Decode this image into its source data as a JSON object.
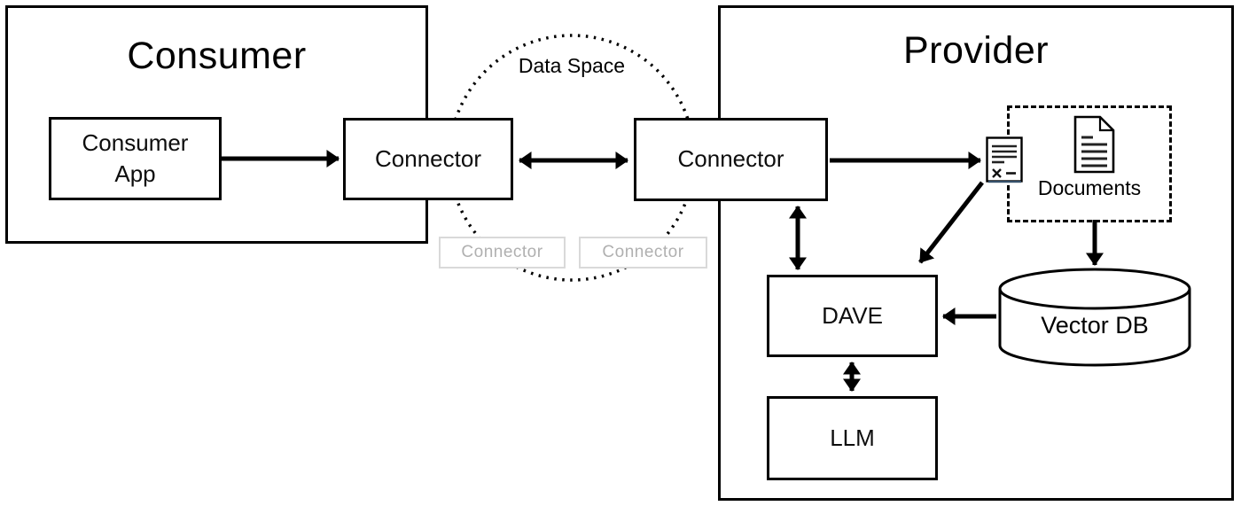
{
  "consumer": {
    "title": "Consumer",
    "app_label": "Consumer App",
    "connector_label": "Connector"
  },
  "data_space": {
    "label": "Data Space",
    "ghost_connectors": [
      "Connector",
      "Connector"
    ]
  },
  "provider": {
    "title": "Provider",
    "connector_label": "Connector",
    "documents_label": "Documents",
    "dave_label": "DAVE",
    "llm_label": "LLM",
    "vector_db_label": "Vector DB"
  },
  "icons": {
    "contract": "signed-document-icon",
    "documents": "document-page-icon"
  },
  "colors": {
    "stroke": "#000000",
    "background": "#ffffff",
    "ghost_border": "#d9d9d9",
    "ghost_text": "#b0b0b0"
  }
}
